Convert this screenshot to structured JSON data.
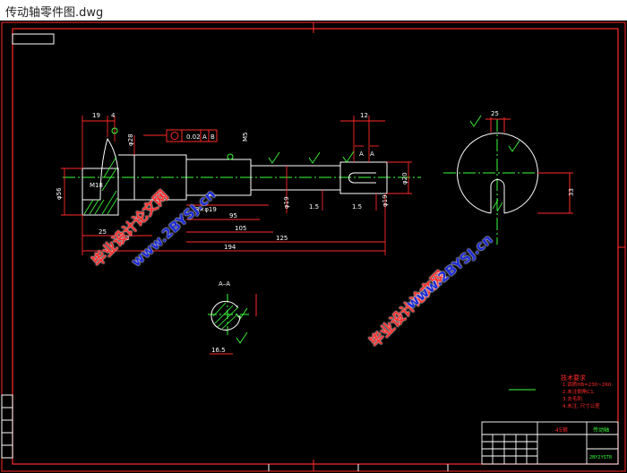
{
  "window": {
    "title": "传动轴零件图.dwg"
  },
  "drawing": {
    "dims": {
      "d19": "19",
      "d4": "4",
      "d12": "12",
      "d56": "φ56",
      "d28": "φ28",
      "m18": "M18",
      "m5": "M5",
      "thread": "3×φ19",
      "d95": "95",
      "d105": "105",
      "d125": "125",
      "d194": "194",
      "d25": "25",
      "d3": "3",
      "d20": "φ20",
      "d19b": "φ19",
      "d19c": "φ19",
      "t1": "1.5",
      "t2": "1.5",
      "key_width": "25",
      "key_h": "33",
      "sec_dim": "16.5",
      "tol": "0.02",
      "tolA": "A",
      "tolB": "B",
      "sec_label": "A–A",
      "a_left": "A",
      "a_right": "A"
    },
    "notes": {
      "title": "技术要求",
      "items": [
        "1.调质HB=230~260.",
        "2.未注倒角C1.",
        "3.去毛刺.",
        "4.未注, 尺寸公差"
      ]
    },
    "material": "45钢",
    "titleblock": {
      "name": "传动轴",
      "drawno": "2BY2YST8"
    },
    "watermark": {
      "cn": "毕业设计论文网",
      "url": "www.2BYSJ.cn"
    }
  }
}
